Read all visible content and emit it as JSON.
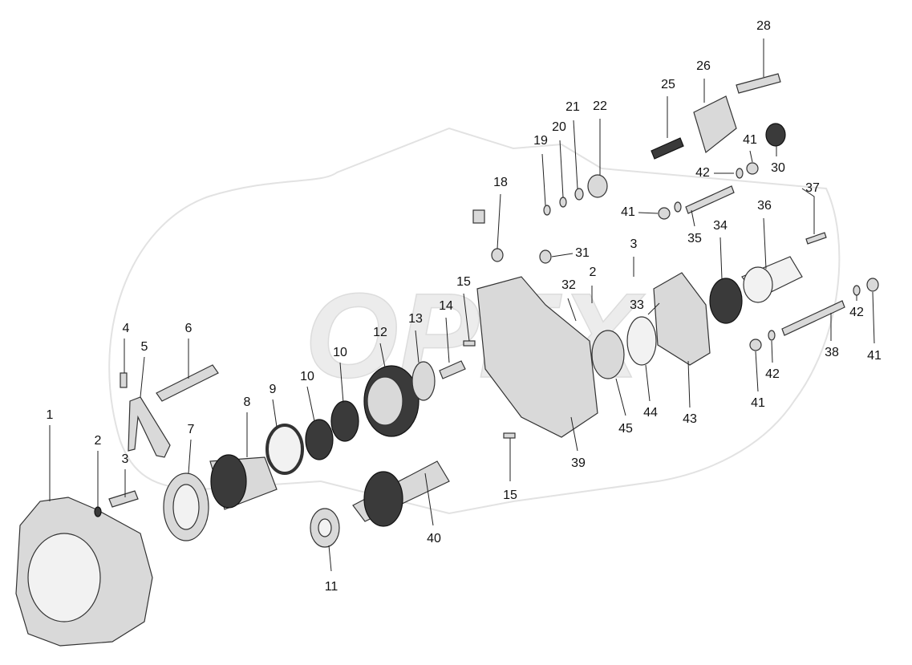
{
  "watermark": {
    "text": "OPEX"
  },
  "callouts": [
    {
      "id": "c1",
      "label": "1"
    },
    {
      "id": "c2",
      "label": "2"
    },
    {
      "id": "c3",
      "label": "3"
    },
    {
      "id": "c4",
      "label": "4"
    },
    {
      "id": "c5",
      "label": "5"
    },
    {
      "id": "c6",
      "label": "6"
    },
    {
      "id": "c7",
      "label": "7"
    },
    {
      "id": "c8",
      "label": "8"
    },
    {
      "id": "c9",
      "label": "9"
    },
    {
      "id": "c10a",
      "label": "10"
    },
    {
      "id": "c10b",
      "label": "10"
    },
    {
      "id": "c11",
      "label": "11"
    },
    {
      "id": "c12",
      "label": "12"
    },
    {
      "id": "c13",
      "label": "13"
    },
    {
      "id": "c14",
      "label": "14"
    },
    {
      "id": "c15a",
      "label": "15"
    },
    {
      "id": "c15b",
      "label": "15"
    },
    {
      "id": "c18",
      "label": "18"
    },
    {
      "id": "c19",
      "label": "19"
    },
    {
      "id": "c20",
      "label": "20"
    },
    {
      "id": "c21",
      "label": "21"
    },
    {
      "id": "c22",
      "label": "22"
    },
    {
      "id": "c25",
      "label": "25"
    },
    {
      "id": "c26",
      "label": "26"
    },
    {
      "id": "c28",
      "label": "28"
    },
    {
      "id": "c30",
      "label": "30"
    },
    {
      "id": "c31",
      "label": "31"
    },
    {
      "id": "c2b",
      "label": "2"
    },
    {
      "id": "c32",
      "label": "32"
    },
    {
      "id": "c3b",
      "label": "3"
    },
    {
      "id": "c33",
      "label": "33"
    },
    {
      "id": "c34",
      "label": "34"
    },
    {
      "id": "c35",
      "label": "35"
    },
    {
      "id": "c36",
      "label": "36"
    },
    {
      "id": "c37",
      "label": "37"
    },
    {
      "id": "c38",
      "label": "38"
    },
    {
      "id": "c39",
      "label": "39"
    },
    {
      "id": "c40",
      "label": "40"
    },
    {
      "id": "c41a",
      "label": "41"
    },
    {
      "id": "c41b",
      "label": "41"
    },
    {
      "id": "c41c",
      "label": "41"
    },
    {
      "id": "c41d",
      "label": "41"
    },
    {
      "id": "c42a",
      "label": "42"
    },
    {
      "id": "c42b",
      "label": "42"
    },
    {
      "id": "c42c",
      "label": "42"
    },
    {
      "id": "c43",
      "label": "43"
    },
    {
      "id": "c44",
      "label": "44"
    },
    {
      "id": "c45",
      "label": "45"
    }
  ]
}
